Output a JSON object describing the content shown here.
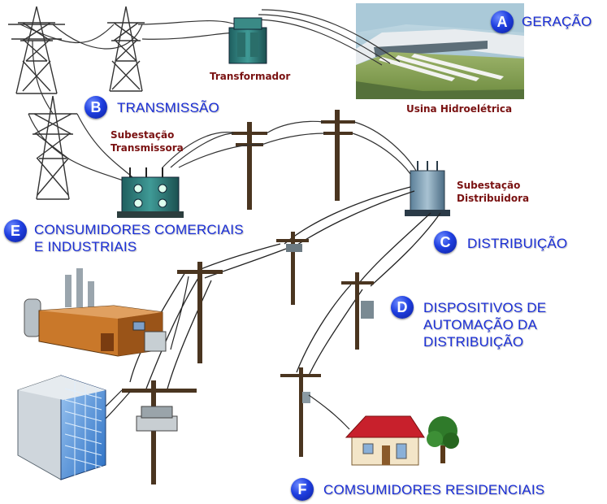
{
  "sections": {
    "A": {
      "letter": "A",
      "label": "GERAÇÃO"
    },
    "B": {
      "letter": "B",
      "label": "TRANSMISSÃO"
    },
    "C": {
      "letter": "C",
      "label": "DISTRIBUIÇÃO"
    },
    "D": {
      "letter": "D",
      "label": "DISPOSITIVOS DE\nAUTOMAÇÃO DA\nDISTRIBUIÇÃO"
    },
    "E": {
      "letter": "E",
      "label": "CONSUMIDORES COMERCIAIS\nE INDUSTRIAIS"
    },
    "F": {
      "letter": "F",
      "label": "COMSUMIDORES RESIDENCIAIS"
    }
  },
  "components": {
    "transformer": "Transformador",
    "hydro_plant": "Usina Hidroelétrica",
    "transmission_substation": "Subestação\nTransmissora",
    "distribution_substation": "Subestação\nDistribuidora"
  },
  "colors": {
    "badge": "#1f3fe0",
    "section_text": "#1b2fd6",
    "component_text": "#7a1212"
  }
}
